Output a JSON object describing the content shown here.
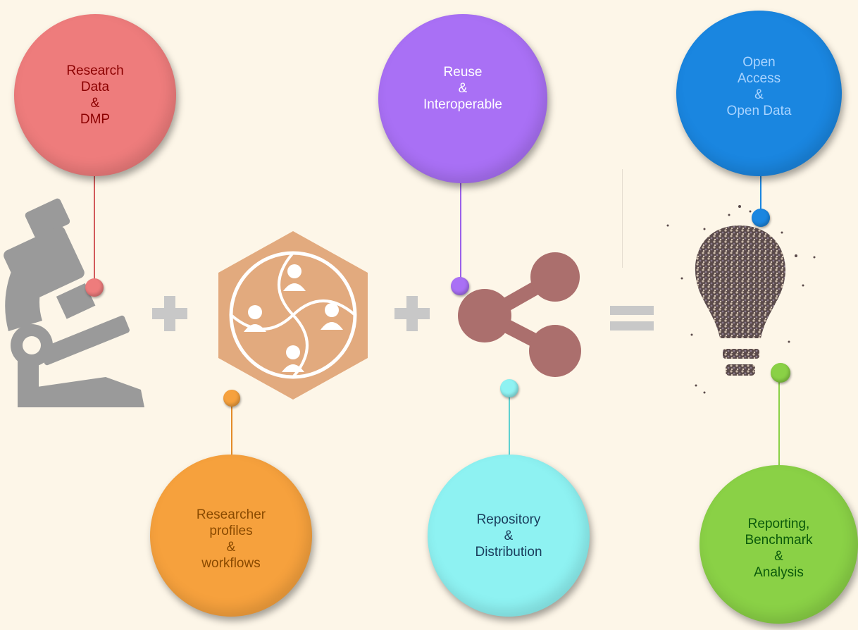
{
  "nodes": [
    {
      "id": "research-data",
      "lines": [
        "Research",
        "Data",
        "&",
        "DMP"
      ],
      "fill": "#ee7c7c",
      "text_color": "#8b0000",
      "line_color": "#d25a5a"
    },
    {
      "id": "researcher-profiles",
      "lines": [
        "Researcher",
        "profiles",
        "&",
        "workflows"
      ],
      "fill": "#f6a13d",
      "text_color": "#8a4a00",
      "line_color": "#e38b28"
    },
    {
      "id": "reuse",
      "lines": [
        "Reuse",
        "&",
        "Interoperable"
      ],
      "fill": "#a970f5",
      "text_color": "#ffffff",
      "line_color": "#9a60ea"
    },
    {
      "id": "repository",
      "lines": [
        "Repository",
        "&",
        "Distribution"
      ],
      "fill": "#8ef2f2",
      "text_color": "#1a3d5c",
      "line_color": "#5fd0d0"
    },
    {
      "id": "open-access",
      "lines": [
        "Open",
        "Access",
        "&",
        "Open Data"
      ],
      "fill": "#1a86e0",
      "text_color": "#a9d4ff",
      "line_color": "#1a86e0"
    },
    {
      "id": "reporting",
      "lines": [
        "Reporting,",
        "Benchmark",
        "&",
        "Analysis"
      ],
      "fill": "#8ad146",
      "text_color": "#0b5a0b",
      "line_color": "#8ad146"
    }
  ],
  "icons": {
    "microscope": "microscope-icon",
    "team": "team-collaboration-icon",
    "share": "share-icon",
    "bulb": "crowd-lightbulb-icon"
  },
  "operators": [
    "+",
    "+",
    "="
  ],
  "colors": {
    "background": "#fdf6e8",
    "microscope": "#9a9a9a",
    "hexagon": "#e2aa7e",
    "share": "#ab6f6d",
    "operator": "#c8c8c8"
  }
}
